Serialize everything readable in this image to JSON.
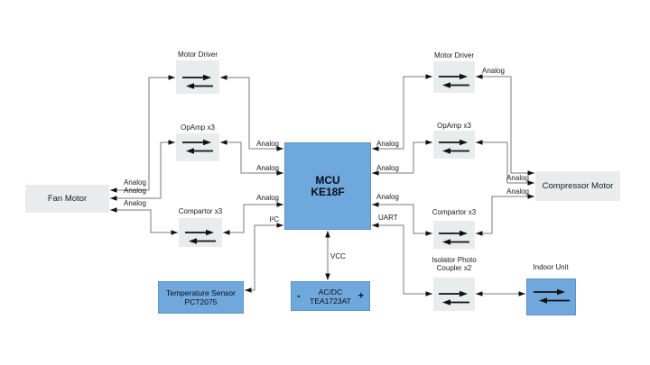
{
  "blocks": {
    "fan_motor": {
      "label": "Fan Motor"
    },
    "motor_driver_left": {
      "label": "Motor Driver"
    },
    "opamp_left": {
      "label": "OpAmp x3"
    },
    "comparator_left": {
      "label": "Compartor x3"
    },
    "mcu": {
      "title": "MCU",
      "part": "KE18F"
    },
    "temperature_sensor": {
      "title": "Temperature Sensor",
      "part": "PCT2075"
    },
    "ac_dc": {
      "title": "AC/DC",
      "part": "TEA1723AT",
      "minus": "-",
      "plus": "+"
    },
    "motor_driver_right": {
      "label": "Motor Driver"
    },
    "opamp_right": {
      "label": "OpAmp x3"
    },
    "comparator_right": {
      "label": "Compartor x3"
    },
    "isolator": {
      "label_line1": "Isolator  Photo",
      "label_line2": "Coupler x2"
    },
    "indoor_unit": {
      "label": "Indoor Unit"
    },
    "compressor_motor": {
      "label": "Compressor Motor"
    }
  },
  "signal_labels": {
    "analog": "Analog",
    "i2c": "I²C",
    "vcc": "VCC",
    "uart": "UART"
  },
  "colors": {
    "block_blue": "#6FA8DC",
    "block_blue_border": "#5E93C9",
    "block_gray": "#E9ECEC",
    "connector_gray": "#7A7A7A",
    "arrow_black": "#111111",
    "text": "#1A1A1A",
    "background": "#FFFFFF"
  }
}
